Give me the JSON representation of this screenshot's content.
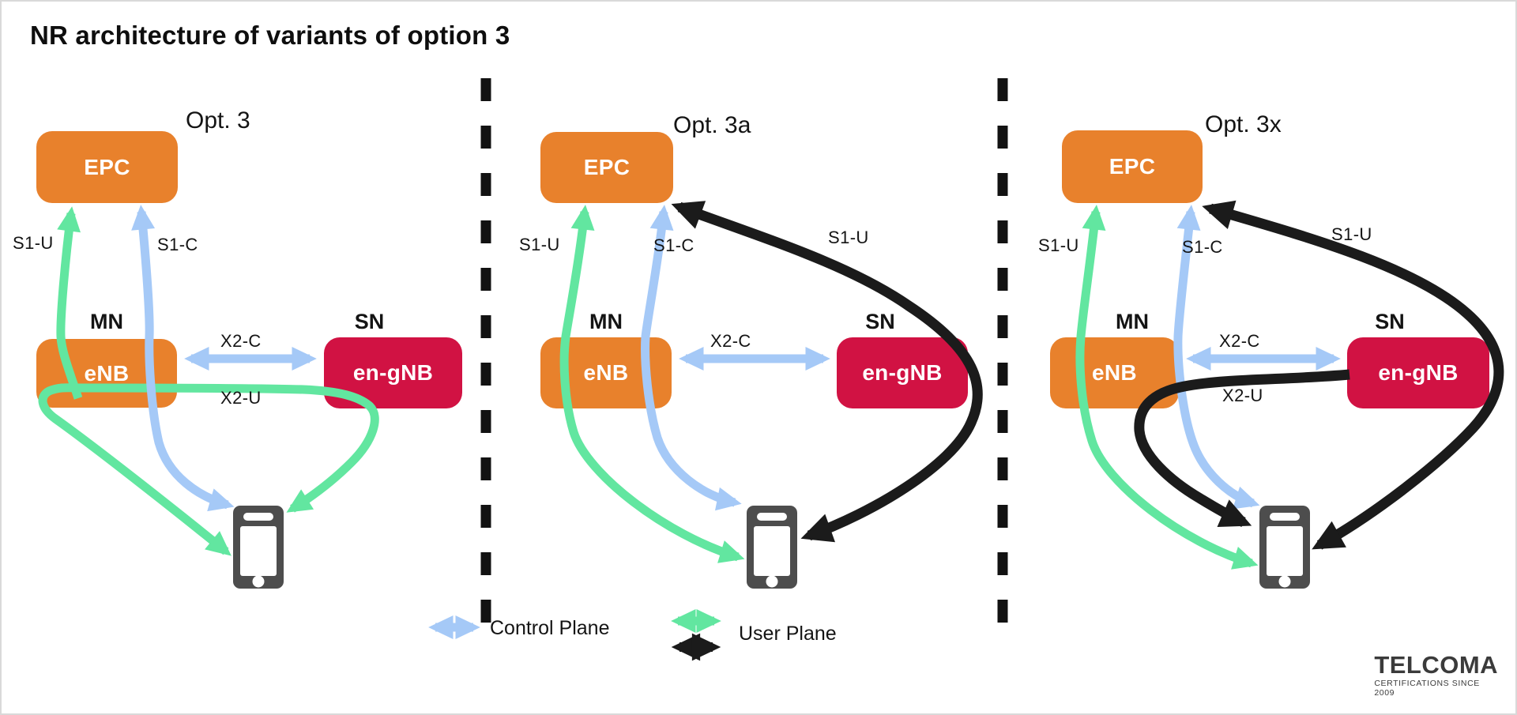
{
  "title": "NR architecture of variants of option 3",
  "colors": {
    "orange": "#E8812C",
    "crimson": "#D11243",
    "green": "#62E6A0",
    "blue": "#A5C9F7",
    "black": "#1B1B1B",
    "phone_gray": "#4D4D4D",
    "logo_gray": "#3B3B3B"
  },
  "icons": {
    "device": "smartphone-icon",
    "logo_mark": "radio-waves-icon"
  },
  "diagrams": [
    {
      "option": "Opt. 3",
      "nodes": {
        "epc": "EPC",
        "enb": "eNB",
        "engnb": "en-gNB"
      },
      "tags": {
        "mn": "MN",
        "sn": "SN"
      },
      "labels": {
        "s1u": "S1-U",
        "s1c": "S1-C",
        "x2c": "X2-C",
        "x2u": "X2-U"
      }
    },
    {
      "option": "Opt. 3a",
      "nodes": {
        "epc": "EPC",
        "enb": "eNB",
        "engnb": "en-gNB"
      },
      "tags": {
        "mn": "MN",
        "sn": "SN"
      },
      "labels": {
        "s1u": "S1-U",
        "s1c": "S1-C",
        "s1u_black": "S1-U",
        "x2c": "X2-C"
      }
    },
    {
      "option": "Opt. 3x",
      "nodes": {
        "epc": "EPC",
        "enb": "eNB",
        "engnb": "en-gNB"
      },
      "tags": {
        "mn": "MN",
        "sn": "SN"
      },
      "labels": {
        "s1u": "S1-U",
        "s1c": "S1-C",
        "s1u_black": "S1-U",
        "x2c": "X2-C",
        "x2u": "X2-U"
      }
    }
  ],
  "legend": {
    "control_plane": "Control Plane",
    "user_plane": "User Plane"
  },
  "logo": {
    "brand": "TELCOMA",
    "tagline": "CERTIFICATIONS SINCE 2009"
  }
}
